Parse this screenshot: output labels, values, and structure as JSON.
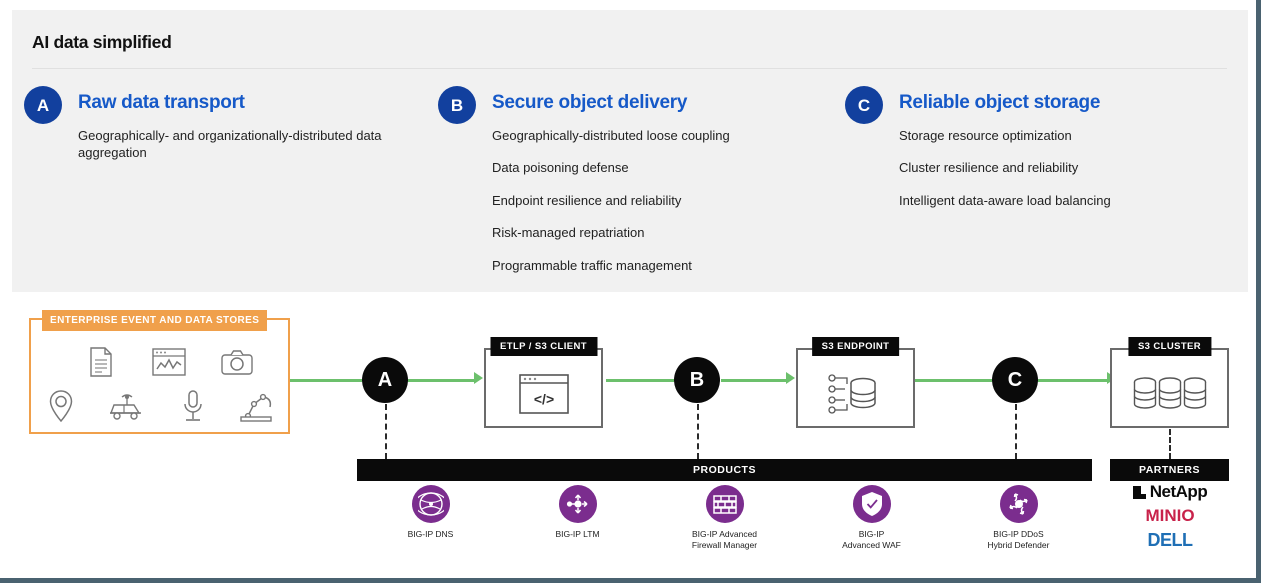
{
  "panel": {
    "title": "AI data simplified",
    "columns": [
      {
        "badge": "A",
        "heading": "Raw data transport",
        "items": [
          "Geographically- and organizationally-distributed data aggregation"
        ]
      },
      {
        "badge": "B",
        "heading": "Secure object delivery",
        "items": [
          "Geographically-distributed loose coupling",
          "Data poisoning defense",
          "Endpoint resilience and reliability",
          "Risk-managed repatriation",
          "Programmable traffic management"
        ]
      },
      {
        "badge": "C",
        "heading": "Reliable object storage",
        "items": [
          "Storage resource optimization",
          "Cluster resilience and reliability",
          "Intelligent data-aware load balancing"
        ]
      }
    ]
  },
  "diagram": {
    "enterprise": {
      "tag": "ENTERPRISE EVENT AND DATA STORES",
      "icons": [
        "document-icon",
        "chart-window-icon",
        "camera-icon",
        "location-pin-icon",
        "connected-car-icon",
        "microphone-icon",
        "robot-arm-icon"
      ]
    },
    "nodes": [
      {
        "label": "A"
      },
      {
        "label": "B"
      },
      {
        "label": "C"
      }
    ],
    "boxes": [
      {
        "tag": "ETLP / S3 CLIENT",
        "icon": "code-window-icon"
      },
      {
        "tag": "S3 ENDPOINT",
        "icon": "database-network-icon"
      },
      {
        "tag": "S3 CLUSTER",
        "icon": "database-stack-icon"
      }
    ],
    "products_bar": "PRODUCTS",
    "partners_bar": "PARTNERS",
    "products": [
      {
        "label": "BIG-IP DNS",
        "icon": "globe-dns-icon"
      },
      {
        "label": "BIG-IP LTM",
        "icon": "load-balance-icon"
      },
      {
        "label": "BIG-IP Advanced\nFirewall Manager",
        "line1": "BIG-IP Advanced",
        "line2": "Firewall Manager",
        "icon": "firewall-brick-icon"
      },
      {
        "label": "BIG-IP\nAdvanced WAF",
        "line1": "BIG-IP",
        "line2": "Advanced WAF",
        "icon": "shield-check-icon"
      },
      {
        "label": "BIG-IP DDoS\nHybrid Defender",
        "line1": "BIG-IP DDoS",
        "line2": "Hybrid Defender",
        "icon": "ddos-deflect-icon"
      }
    ],
    "partners": [
      {
        "name": "NetApp"
      },
      {
        "name": "MINIO"
      },
      {
        "name": "DELL"
      }
    ]
  },
  "colors": {
    "panel_bg": "#f1f1f1",
    "badge_blue": "#12409e",
    "heading_blue": "#1659c8",
    "orange": "#f0a04b",
    "flow_green": "#6cc06c",
    "node_black": "#0a0a0a",
    "product_purple": "#7b2d8e",
    "minio_red": "#c8224a",
    "dell_blue": "#1f6fb5",
    "frame_slate": "#4a6270"
  }
}
